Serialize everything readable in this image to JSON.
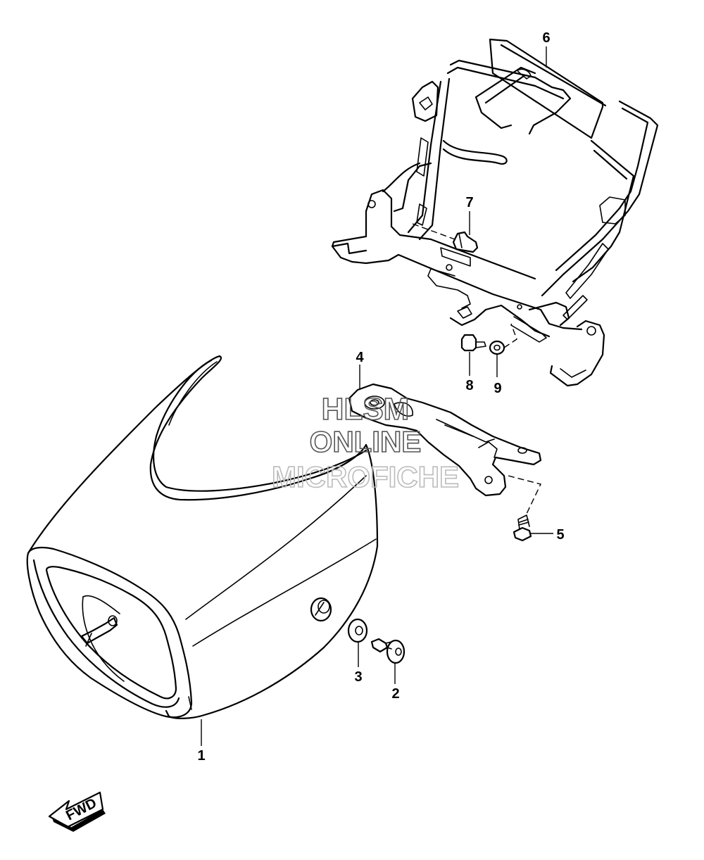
{
  "diagram": {
    "parts": [
      {
        "id": "1",
        "label": "1",
        "name": "headlight-cowl"
      },
      {
        "id": "2",
        "label": "2",
        "name": "screw"
      },
      {
        "id": "3",
        "label": "3",
        "name": "washer"
      },
      {
        "id": "4",
        "label": "4",
        "name": "cowl-bracket"
      },
      {
        "id": "5",
        "label": "5",
        "name": "bolt"
      },
      {
        "id": "6",
        "label": "6",
        "name": "meter-bracket-frame"
      },
      {
        "id": "7",
        "label": "7",
        "name": "grommet-pin"
      },
      {
        "id": "8",
        "label": "8",
        "name": "bolt-small"
      },
      {
        "id": "9",
        "label": "9",
        "name": "nut"
      }
    ],
    "direction_label": "FWD"
  },
  "watermark": {
    "line1": "HLSM",
    "line2": "ONLINE",
    "line3": "MICROFICHE",
    "color_dark": "#555555",
    "color_light": "#bbbbbb"
  }
}
